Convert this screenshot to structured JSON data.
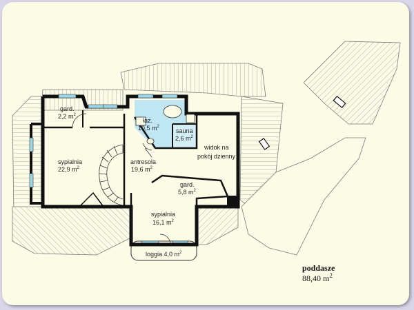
{
  "plan": {
    "title": "poddasze",
    "area": "88,40 m",
    "area_sup": "2",
    "rooms": [
      {
        "name": "gard.",
        "area": "2,2 m",
        "sup": "2"
      },
      {
        "name": "łaz.",
        "area": "10,5 m",
        "sup": "2"
      },
      {
        "name": "sauna",
        "area": "2,6 m",
        "sup": "2"
      },
      {
        "name": "sypialnia",
        "area": "22,9 m",
        "sup": "2"
      },
      {
        "name": "antresola",
        "area": "19,6 m",
        "sup": "2"
      },
      {
        "name": "widok na",
        "area": "pokój dzienny",
        "sup": ""
      },
      {
        "name": "gard.",
        "area": "5,8 m",
        "sup": "2"
      },
      {
        "name": "sypialnia",
        "area": "16,1 m",
        "sup": "2"
      },
      {
        "name": "loggia 4,0 m",
        "area": "",
        "sup": "2"
      }
    ]
  },
  "colors": {
    "background": "#fbfbe6",
    "walls": "#111111",
    "bathroom": "#bfe6f2",
    "roof_lines": "#8a8a8a",
    "border": "#d9d6ea"
  }
}
